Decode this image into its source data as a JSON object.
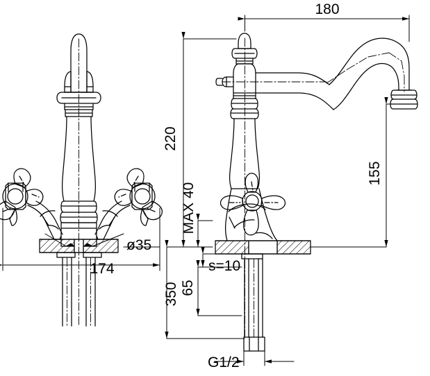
{
  "drawing": {
    "title": "Two-handle basin mixer tap - dimensioned technical drawing",
    "type": "engineering-drawing",
    "views": [
      {
        "name": "front-view",
        "description": "Front elevation of two-handle mixer with cross handles and central column spout"
      },
      {
        "name": "side-view",
        "description": "Side elevation showing swan-neck spout profile"
      }
    ],
    "line_color": "#000000",
    "background_color": "#ffffff",
    "hatch_color": "#000000"
  },
  "dimensions": {
    "spout_reach": "180",
    "overall_height": "220",
    "spout_outlet_height": "155",
    "tailpiece_total_length": "350",
    "handle_spread": "174",
    "tailpiece_below_deck": "65",
    "mounting_hole_diameter": "ø35",
    "max_deck_thickness": "MAX  40",
    "deck_plate_thickness": "s=10",
    "thread_size": "G1/2"
  },
  "labels": [
    {
      "id": "dim-180",
      "text": "180",
      "meaning": "spout reach from column axis to outlet axis"
    },
    {
      "id": "dim-220",
      "text": "220",
      "meaning": "height from deck surface to top of finial"
    },
    {
      "id": "dim-155",
      "text": "155",
      "meaning": "height from deck surface to spout outlet"
    },
    {
      "id": "dim-350",
      "text": "350",
      "meaning": "total length from deck top to bottom of tailpiece"
    },
    {
      "id": "dim-174",
      "text": "174",
      "meaning": "overall width across handles"
    },
    {
      "id": "dim-65",
      "text": "65",
      "meaning": "tailpiece projection below deck"
    },
    {
      "id": "dim-d35",
      "text": "ø35",
      "meaning": "mounting hole diameter"
    },
    {
      "id": "dim-max40",
      "text": "MAX  40",
      "meaning": "maximum mounting deck thickness"
    },
    {
      "id": "dim-s10",
      "text": "s=10",
      "meaning": "base plate thickness"
    },
    {
      "id": "dim-g12",
      "text": "G1/2",
      "meaning": "inlet connection thread"
    }
  ]
}
